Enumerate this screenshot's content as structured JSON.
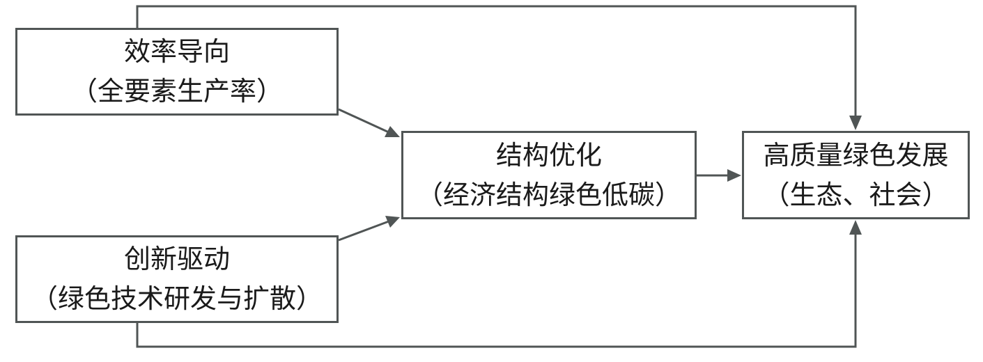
{
  "colors": {
    "line": "#505555",
    "text": "#1a1a1a",
    "background": "#ffffff"
  },
  "boxes": {
    "efficiency": {
      "title": "效率导向",
      "subtitle": "（全要素生产率）"
    },
    "innovation": {
      "title": "创新驱动",
      "subtitle": "（绿色技术研发与扩散）"
    },
    "structure": {
      "title": "结构优化",
      "subtitle": "（经济结构绿色低碳）"
    },
    "quality": {
      "title": "高质量绿色发展",
      "subtitle": "（生态、社会）"
    }
  },
  "connections": [
    {
      "from": "efficiency",
      "to": "structure"
    },
    {
      "from": "innovation",
      "to": "structure"
    },
    {
      "from": "structure",
      "to": "quality"
    },
    {
      "from": "efficiency",
      "to": "quality"
    },
    {
      "from": "innovation",
      "to": "quality"
    }
  ]
}
